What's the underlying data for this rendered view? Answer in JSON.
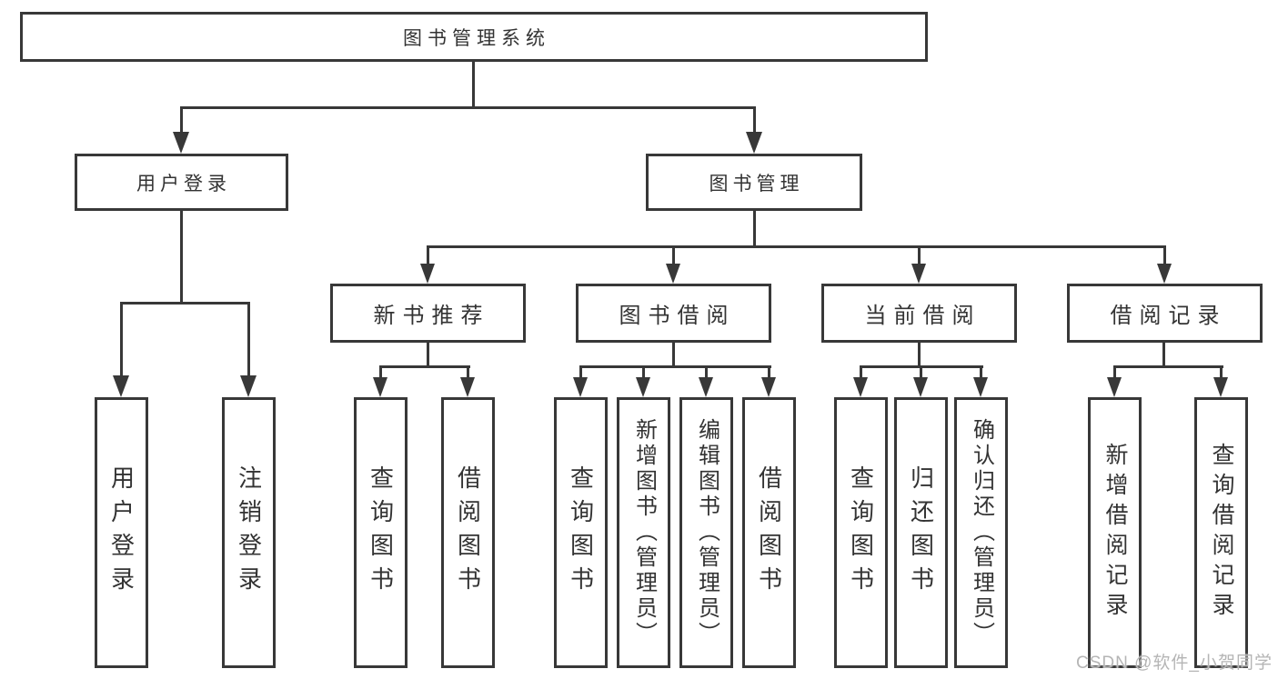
{
  "nodes": {
    "root": "图书管理系统",
    "level2": [
      "用户登录",
      "图书管理"
    ],
    "level3": [
      "新书推荐",
      "图书借阅",
      "当前借阅",
      "借阅记录"
    ],
    "user_login_children": [
      "用户登录",
      "注销登录"
    ],
    "new_book_children": [
      "查询图书",
      "借阅图书"
    ],
    "book_borrow_children": [
      "查询图书",
      "新增图书（管理员）",
      "编辑图书（管理员）",
      "借阅图书"
    ],
    "current_borrow_children": [
      "查询图书",
      "归还图书",
      "确认归还（管理员）"
    ],
    "record_children": [
      "新增借阅记录",
      "查询借阅记录"
    ]
  },
  "watermark": "CSDN @软件_小贺同学",
  "colors": {
    "line": "#383838",
    "text": "#333333",
    "watermark": "#b5b5b5",
    "background": "#ffffff"
  }
}
